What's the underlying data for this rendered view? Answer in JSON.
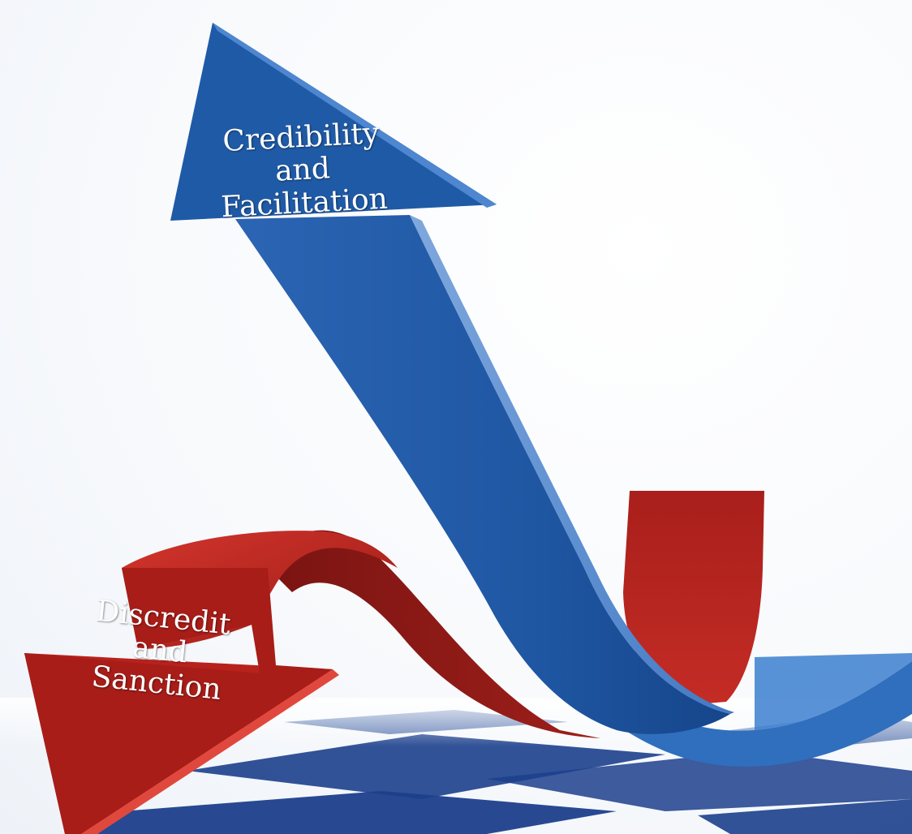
{
  "up_arrow": {
    "line1": "Credibility",
    "line2": "and",
    "line3": "Facilitation",
    "color": "#1f5aa6"
  },
  "down_arrow": {
    "line1": "Discredit",
    "line2": "and",
    "line3": "Sanction",
    "color": "#b8221c"
  },
  "floor": {
    "color_dark": "#1c3f8c",
    "color_light": "#ffffff"
  }
}
